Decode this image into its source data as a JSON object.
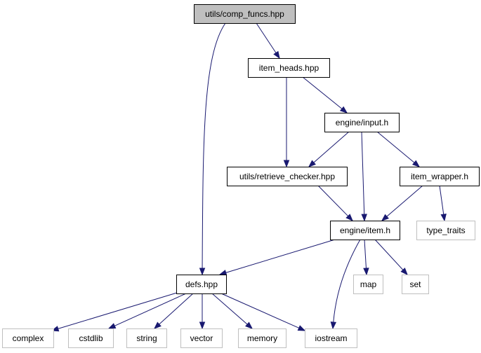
{
  "diagram": {
    "type": "include-dependency-graph",
    "colors": {
      "edge": "#191970",
      "root_fill": "#bfbfbf",
      "node_border": "#000000",
      "external_border": "#bfbfbf",
      "background": "#ffffff"
    },
    "nodes": [
      {
        "id": "comp_funcs",
        "label": "utils/comp_funcs.hpp",
        "kind": "root"
      },
      {
        "id": "item_heads",
        "label": "item_heads.hpp",
        "kind": "documented"
      },
      {
        "id": "input",
        "label": "engine/input.h",
        "kind": "documented"
      },
      {
        "id": "retrieve_checker",
        "label": "utils/retrieve_checker.hpp",
        "kind": "documented"
      },
      {
        "id": "item_wrapper",
        "label": "item_wrapper.h",
        "kind": "documented"
      },
      {
        "id": "type_traits",
        "label": "type_traits",
        "kind": "external"
      },
      {
        "id": "item",
        "label": "engine/item.h",
        "kind": "documented"
      },
      {
        "id": "map",
        "label": "map",
        "kind": "external"
      },
      {
        "id": "set",
        "label": "set",
        "kind": "external"
      },
      {
        "id": "defs",
        "label": "defs.hpp",
        "kind": "documented"
      },
      {
        "id": "complex",
        "label": "complex",
        "kind": "external"
      },
      {
        "id": "cstdlib",
        "label": "cstdlib",
        "kind": "external"
      },
      {
        "id": "string",
        "label": "string",
        "kind": "external"
      },
      {
        "id": "vector",
        "label": "vector",
        "kind": "external"
      },
      {
        "id": "memory",
        "label": "memory",
        "kind": "external"
      },
      {
        "id": "iostream",
        "label": "iostream",
        "kind": "external"
      }
    ],
    "edges": [
      {
        "from": "comp_funcs",
        "to": "item_heads"
      },
      {
        "from": "comp_funcs",
        "to": "defs"
      },
      {
        "from": "item_heads",
        "to": "input"
      },
      {
        "from": "item_heads",
        "to": "retrieve_checker"
      },
      {
        "from": "input",
        "to": "retrieve_checker"
      },
      {
        "from": "input",
        "to": "item"
      },
      {
        "from": "input",
        "to": "item_wrapper"
      },
      {
        "from": "retrieve_checker",
        "to": "item"
      },
      {
        "from": "item_wrapper",
        "to": "item"
      },
      {
        "from": "item_wrapper",
        "to": "type_traits"
      },
      {
        "from": "item",
        "to": "defs"
      },
      {
        "from": "item",
        "to": "iostream"
      },
      {
        "from": "item",
        "to": "map"
      },
      {
        "from": "item",
        "to": "set"
      },
      {
        "from": "defs",
        "to": "complex"
      },
      {
        "from": "defs",
        "to": "cstdlib"
      },
      {
        "from": "defs",
        "to": "string"
      },
      {
        "from": "defs",
        "to": "vector"
      },
      {
        "from": "defs",
        "to": "memory"
      },
      {
        "from": "defs",
        "to": "iostream"
      }
    ]
  }
}
